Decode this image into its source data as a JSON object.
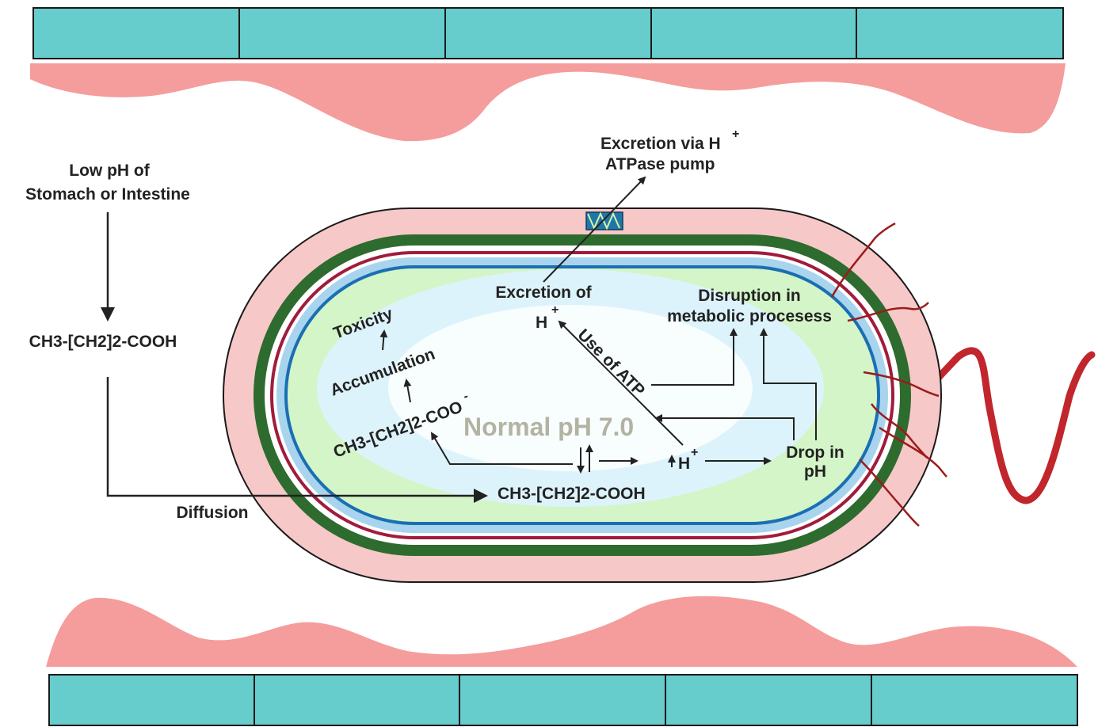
{
  "colors": {
    "epithelium": "#66cccc",
    "mucus": "#f59c9c",
    "capsule": "#f7c8c8",
    "green_wall": "#2e6b2e",
    "red_membrane": "#a01c3c",
    "blue_membrane": "#1a6fb3",
    "light_blue": "#a9d4ee",
    "cytoplasm": "#d4f5c8",
    "flagellum": "#c0262c",
    "pili": "#9b1b1b",
    "pump": "#1f77a8"
  },
  "labels": {
    "low_ph_line1": "Low pH  of",
    "low_ph_line2": "Stomach or Intestine",
    "acid_outside": "CH3-[CH2]2-COOH",
    "diffusion": "Diffusion",
    "acid_inside": "CH3-[CH2]2-COOH",
    "anion_text": "CH3-[CH2]2-COO",
    "anion_charge": "-",
    "accumulation": "Accumulation",
    "toxicity": "Toxicity",
    "normal_ph": "Normal pH 7.0",
    "excretion_of": "Excretion of",
    "h_symbol": "H",
    "plus": "+",
    "use_of_atp": "Use of ATP",
    "excretion_via_line1": "Excretion via H",
    "excretion_via_line2": "ATPase pump",
    "disruption_line1": "Disruption in",
    "disruption_line2": "metabolic procesess",
    "drop_line1": "Drop in",
    "drop_line2": "pH"
  },
  "icons": {
    "pump": "atpase-pump-icon",
    "flagellum": "flagellum-icon",
    "pili": "pili-icon"
  }
}
